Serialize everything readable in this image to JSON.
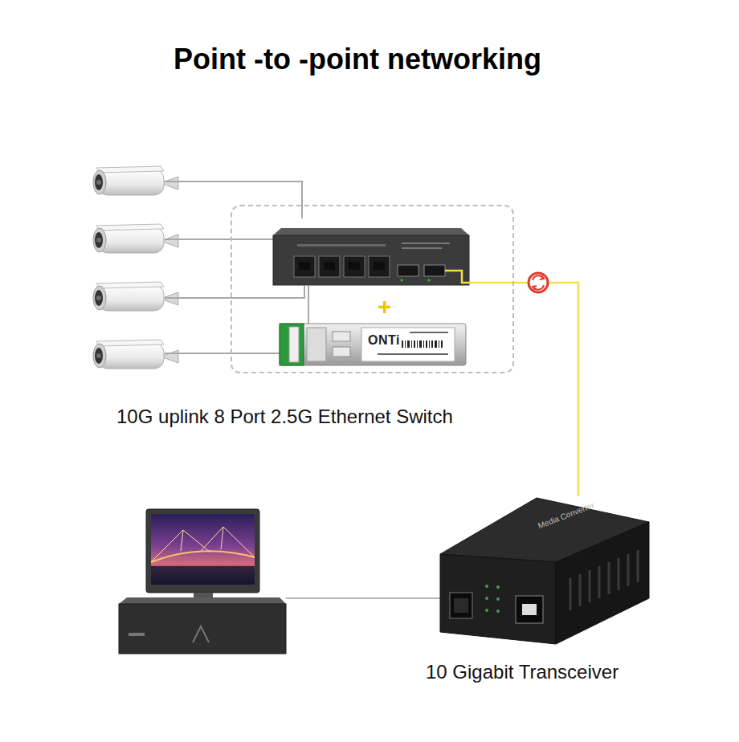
{
  "diagram": {
    "title": "Point -to -point networking",
    "nodes": [
      {
        "text": [
          "10G uplink 8 Port 2.5G Ethernet Switch"
        ]
      },
      {
        "text": [
          "ONTi"
        ],
        "in": 0
      },
      {
        "text": [
          "Media Converter",
          "10 Gigabit Transceiver"
        ]
      }
    ],
    "edges": [
      {
        "from": 0,
        "to": 2,
        "arrow": "none"
      }
    ],
    "labels": [
      "+"
    ]
  }
}
